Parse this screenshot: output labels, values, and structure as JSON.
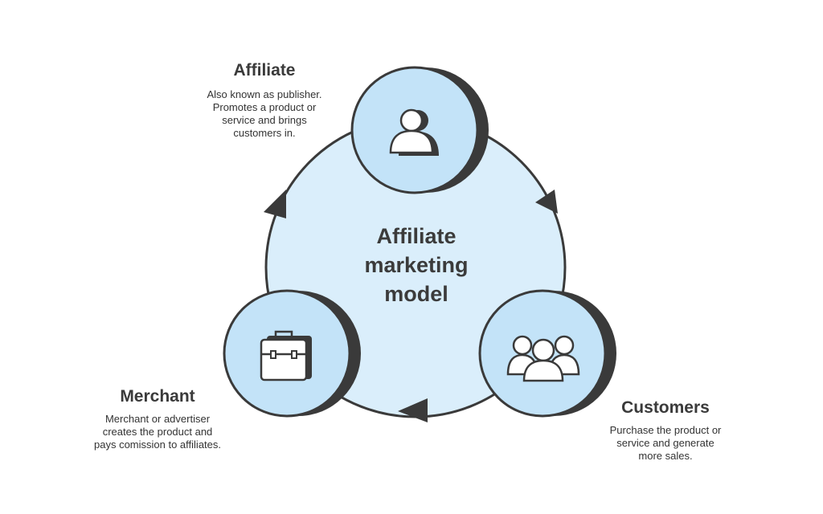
{
  "diagram": {
    "title_lines": [
      "Affiliate",
      "marketing",
      "model"
    ],
    "nodes": [
      {
        "id": "affiliate",
        "heading": "Affiliate",
        "description": [
          "Also known as publisher.",
          "Promotes a product or",
          "service and brings",
          "customers in."
        ],
        "icon": "person-icon"
      },
      {
        "id": "merchant",
        "heading": "Merchant",
        "description": [
          "Merchant or advertiser",
          "creates the product and",
          "pays comission to affiliates."
        ],
        "icon": "briefcase-icon"
      },
      {
        "id": "customers",
        "heading": "Customers",
        "description": [
          "Purchase the product or",
          "service and generate",
          "more sales."
        ],
        "icon": "group-icon"
      }
    ],
    "flow_arrows": [
      "affiliate-to-customers",
      "customers-to-merchant",
      "merchant-to-affiliate"
    ],
    "colors": {
      "big_circle_fill": "#daeefb",
      "node_fill": "#c3e3f8",
      "outline": "#3a3a3a",
      "shadow": "#3a3a3a",
      "text": "#3a3a3a",
      "background": "#ffffff"
    }
  }
}
